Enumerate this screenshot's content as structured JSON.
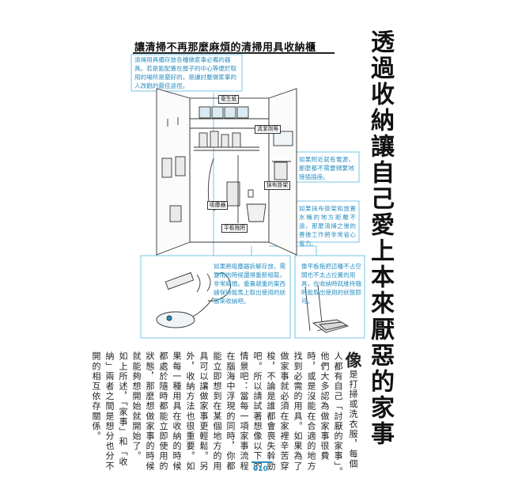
{
  "section": {
    "title": "讓清掃不再那麼麻煩的清掃用具收納櫃"
  },
  "vertical_title": "透過收納讓自己愛上本來厭惡的家事",
  "callouts": {
    "top": "清掃用具櫃存放各種做家事必備的器具。若是能配置在屋子的中心等便於取用的場所是最好的，是讓討厭做家事的人改觀的最佳途徑。",
    "right1": "如果附近就有電源，那麼都不需要頻繁地接插插座。",
    "right2": "如果抹布掛架和放置水桶的地方距離不遠，那麼清掃之後的善後工作將非常省心省力。",
    "mid": "如果將吸塵器拆解存放，需要用的時候還得重新組裝，非常麻煩。重量越重的東西請保持能馬上取出使用的狀態來收納吧。",
    "right3": "像平板拖把這種不占空間也不太占位置的用具，在收納時就維持隨時能取出使用的狀態即可。"
  },
  "tags": {
    "toilet_paper": "衛生紙",
    "detergent": "清潔劑等",
    "cloth_rack": "抹布掛架",
    "vacuum": "吸塵器",
    "flat_mop": "平板拖把"
  },
  "body": {
    "dropcap": "像",
    "text": "是打掃或洗衣服，每個人都有自己「討厭的家事」。他們大多認為做家事很費時，或是沒能在合適的地方找到必需的用具。如果為了做家事就必須在家裡辛苦穿梭，不論是誰都會喪失幹勁吧。所以請試著想像以下的情景吧：當每一項家事流程在腦海中浮現的同時，你都能立即想到在某個地方的用具可以讓做家事更輕鬆。另外，收納方法也很重要。如果每一種用具在收納的時候都處於隨時都能立即使用的狀態，那麼想做家事的時候就能夠想開始就開始了。",
    "text2": "如上所述，「家事」和「收納」兩者之間是想分也分不開的相互依存關係。"
  },
  "page_number": "010"
}
